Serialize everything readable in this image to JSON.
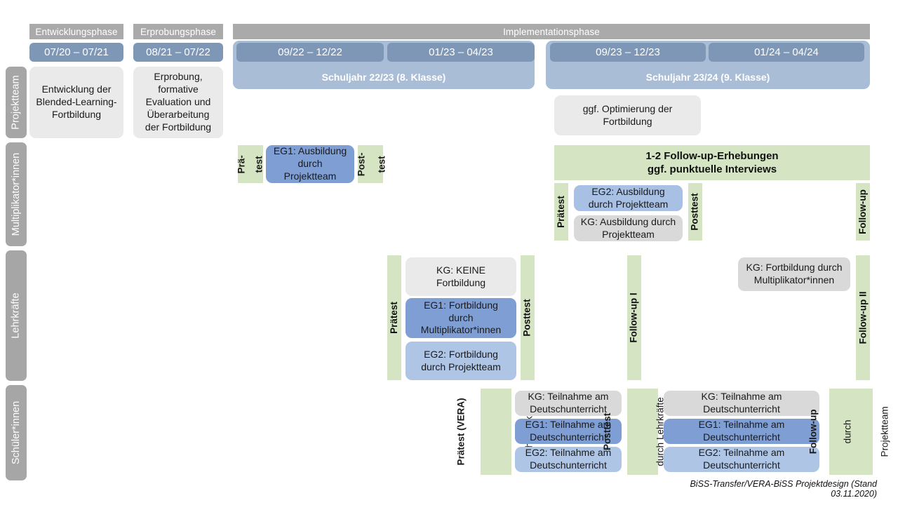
{
  "diagram": {
    "title": "BiSS-Transfer/VERA-BiSS Projektdesign",
    "footer": "BiSS-Transfer/VERA-BiSS Projektdesign (Stand 03.11.2020)"
  },
  "phases": [
    {
      "label": "Entwicklungsphase"
    },
    {
      "label": "Erprobungsphase"
    },
    {
      "label": "Implementationsphase"
    }
  ],
  "periods": [
    {
      "label": "07/20 – 07/21"
    },
    {
      "label": "08/21 – 07/22"
    },
    {
      "label": "09/22 – 12/22"
    },
    {
      "label": "01/23 – 04/23"
    },
    {
      "label": "09/23 – 12/23"
    },
    {
      "label": "01/24 – 04/24"
    }
  ],
  "school_years": [
    {
      "label": "Schuljahr 22/23 (8. Klasse)"
    },
    {
      "label": "Schuljahr 23/24 (9. Klasse)"
    }
  ],
  "rows": [
    {
      "label": "Projektteam"
    },
    {
      "label": "Multiplikator*innen"
    },
    {
      "label": "Lehrkräfte"
    },
    {
      "label": "Schüler*innen"
    }
  ],
  "projektteam": {
    "entwicklung": "Entwicklung der Blended-Learning-Fortbildung",
    "erprobung": "Erprobung, formative Evaluation und Überarbeitung der Fortbildung",
    "optimierung": "ggf. Optimierung der Fortbildung"
  },
  "multiplikatoren": {
    "praetest_l1": "Prä-",
    "praetest_l2": "test",
    "posttest_l1": "Post-",
    "posttest_l2": "test",
    "eg1": "EG1: Ausbildung durch Projektteam",
    "followup_banner_l1": "1-2 Follow-up-Erhebungen",
    "followup_banner_l2": "ggf. punktuelle Interviews",
    "praetest2": "Prätest",
    "posttest2": "Posttest",
    "eg2": "EG2: Ausbildung durch Projektteam",
    "kg": "KG: Ausbildung durch Projektteam",
    "followup": "Follow-up"
  },
  "lehrkraefte": {
    "praetest": "Prätest",
    "posttest": "Posttest",
    "kg_keine": "KG: KEINE Fortbildung",
    "eg1": "EG1: Fortbildung durch Multiplikator*innen",
    "eg2": "EG2: Fortbildung durch Projektteam",
    "followup1": "Follow-up I",
    "kg_multi": "KG: Fortbildung durch Multiplikator*innen",
    "followup2": "Follow-up II"
  },
  "schueler": {
    "praetest_l1": "Prätest (VERA)",
    "praetest_l2": "durch Lehrkräfte",
    "posttest_l1": "Posttest",
    "posttest_l2": "durch Lehrkräfte",
    "followup_l1": "Follow-up",
    "followup_l2": "durch",
    "followup_l3": "Projektteam",
    "kg": "KG: Teilnahme am Deutschunterricht",
    "eg1": "EG1: Teilnahme am Deutschunterricht",
    "eg2": "EG2: Teilnahme am Deutschunterricht",
    "kg2": "KG: Teilnahme am Deutschunterricht",
    "eg1b": "EG1: Teilnahme am Deutschunterricht",
    "eg2b": "EG2: Teilnahme am Deutschunterricht"
  },
  "colors": {
    "phase_band": "#aaaaaa",
    "date_box": "#7f97b6",
    "year_box": "#aabdd6",
    "row_label": "#a6a6a6",
    "green": "#d5e5c3",
    "grey_card": "#eaeaea",
    "grey_card_dark": "#d9d9d9",
    "blue_dark": "#7f9fd4",
    "blue_light": "#aec5e6"
  }
}
